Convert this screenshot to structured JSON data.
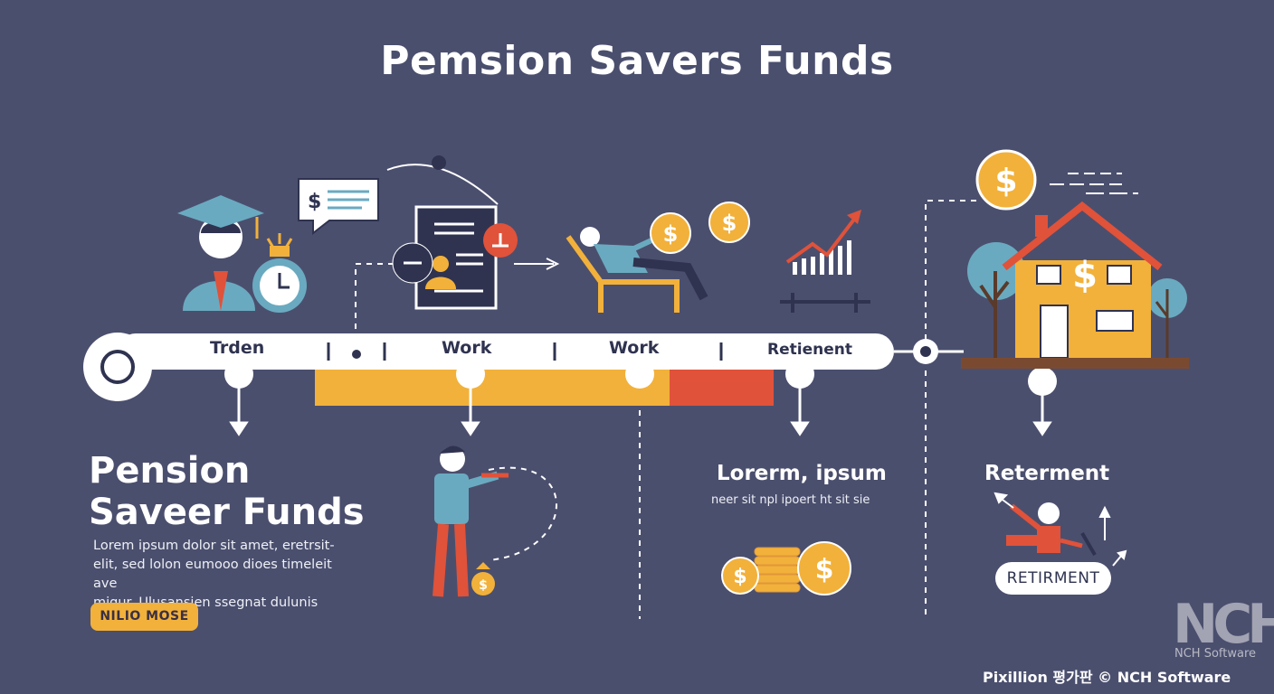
{
  "title": "Pemsion Savers Funds",
  "timeline": {
    "labels": [
      "Trden",
      "Work",
      "Work",
      "Retienent"
    ]
  },
  "left_panel": {
    "heading_line1": "Pension",
    "heading_line2": "Saveer Funds",
    "body_lines": [
      "Lorem ipsum dolor sit amet, eretrsit-",
      "elit, sed lolon eumooo dioes timeleit ave",
      "migur. Ulusansien ssegnat dulunis htagut"
    ],
    "cta_label": "NILIO MOSE"
  },
  "middle_panel": {
    "heading": "Lorerm, ipsum",
    "subtext": "neer sit npl ipoert ht sit sie"
  },
  "right_panel": {
    "heading": "Reterment",
    "pill_label": "RETIRMENT"
  },
  "watermark": {
    "logo": "NCH",
    "company": "NCH Software",
    "credit": "Pixillion 평가판 © NCH Software"
  },
  "colors": {
    "background": "#4b4f6e",
    "accent_yellow": "#f2b13a",
    "accent_red": "#e0523a",
    "icon_blue": "#6aaac0",
    "timeline_white": "#ffffff"
  },
  "icons": [
    "graduate-icon",
    "stopwatch-icon",
    "chat-bubble-dollar-icon",
    "document-icon",
    "person-relaxing-icon",
    "coin-icon",
    "growth-chart-icon",
    "house-icon",
    "tree-icon",
    "person-pointing-icon",
    "money-bag-icon",
    "coin-stack-icon",
    "person-celebrating-icon",
    "arrow-icon"
  ]
}
